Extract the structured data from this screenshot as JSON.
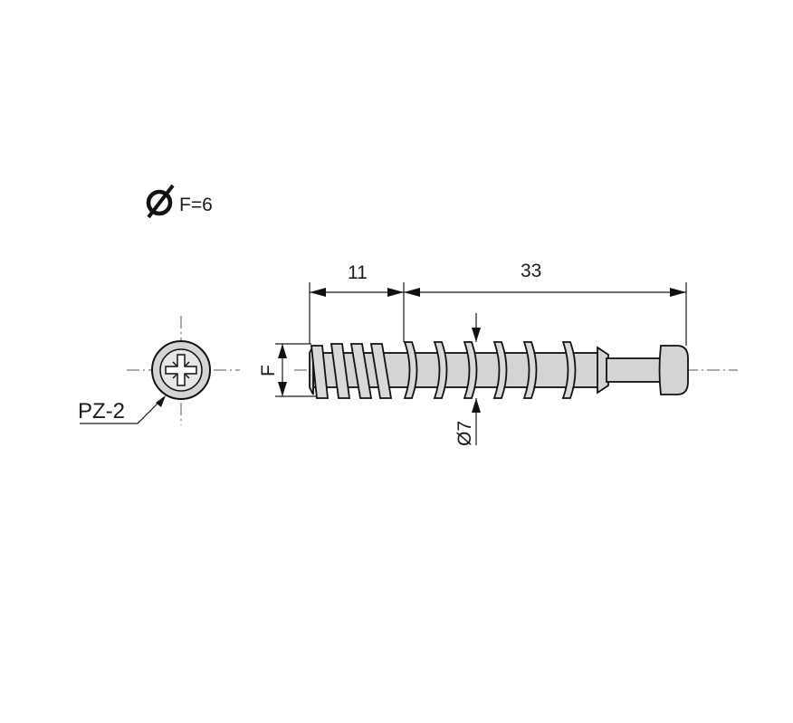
{
  "diameter_spec": {
    "symbol": "Ø",
    "text": "F=6"
  },
  "drive": {
    "label": "PZ-2"
  },
  "dimensions": {
    "thread_length": "11",
    "total_length": "33",
    "outer_diameter": "Ø7",
    "thread_diameter": "F"
  },
  "colors": {
    "line": "#111111",
    "metal": "#d4d4d4"
  }
}
